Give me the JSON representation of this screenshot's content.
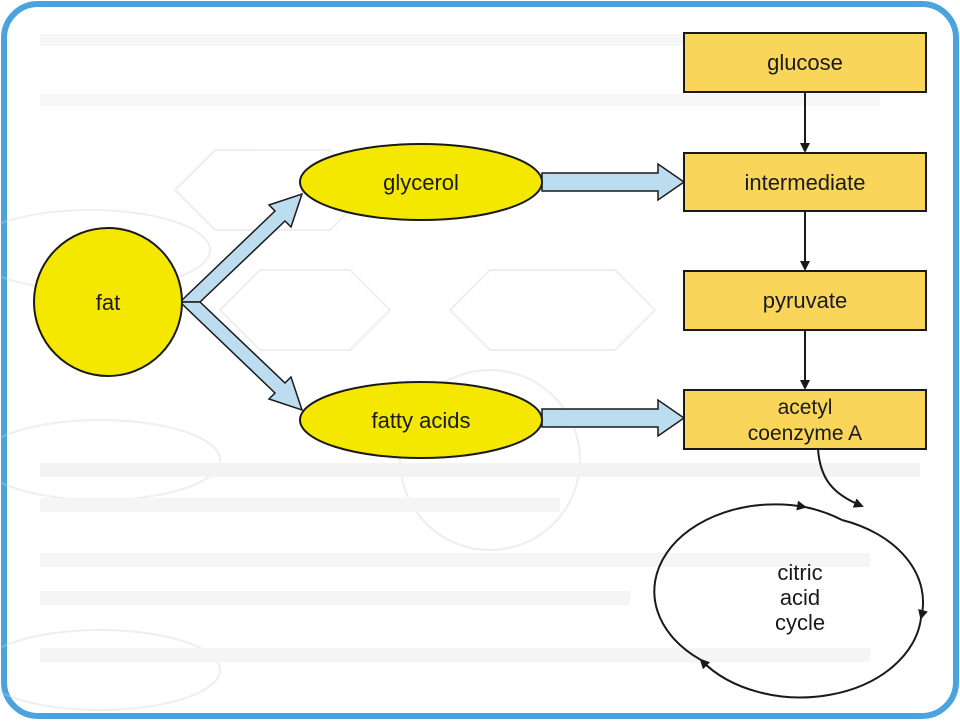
{
  "colors": {
    "frame": "#4aa3df",
    "panel": "#ffffff",
    "node_fill": "#f5e800",
    "box_fill": "#f9d65a",
    "arrow_fill": "#bcdcef",
    "stroke": "#1a1a1a",
    "ghost": "#d9d9d9"
  },
  "nodes": {
    "fat": "fat",
    "glycerol": "glycerol",
    "fatty_acids": "fatty acids",
    "glucose": "glucose",
    "intermediate": "intermediate",
    "pyruvate": "pyruvate",
    "acetyl_line1": "acetyl",
    "acetyl_line2": "coenzyme A",
    "cycle_line1": "citric",
    "cycle_line2": "acid",
    "cycle_line3": "cycle"
  }
}
